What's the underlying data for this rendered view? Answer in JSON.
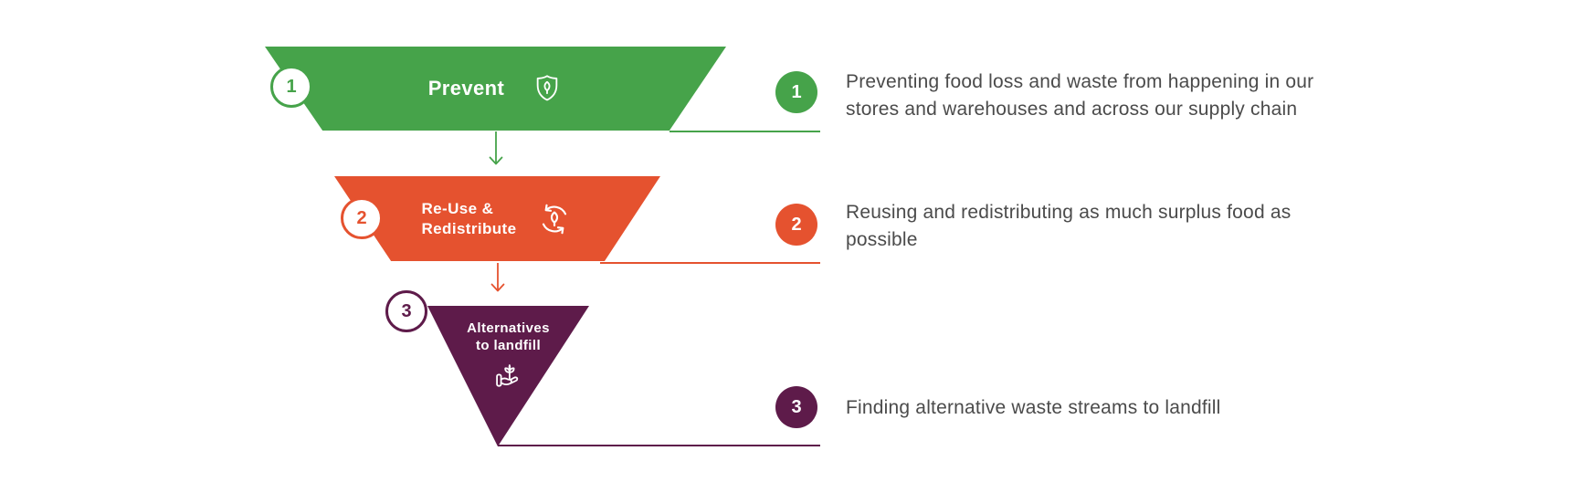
{
  "colors": {
    "green": "#46a34a",
    "orange": "#e5522f",
    "purple": "#5e1b4a",
    "description_text": "#4b4b4b"
  },
  "funnel": {
    "levels": [
      {
        "number": "1",
        "lines": [
          "Prevent"
        ],
        "icon": "shield-leaf-icon",
        "color": "#46a34a"
      },
      {
        "number": "2",
        "lines": [
          "Re-Use &",
          "Redistribute"
        ],
        "icon": "recycle-leaf-icon",
        "color": "#e5522f"
      },
      {
        "number": "3",
        "lines": [
          "Alternatives",
          "to landfill"
        ],
        "icon": "hand-plant-icon",
        "color": "#5e1b4a"
      }
    ]
  },
  "descriptions": [
    {
      "number": "1",
      "lines": [
        "Preventing food loss and waste from happening in our",
        "stores and warehouses and across our supply chain"
      ]
    },
    {
      "number": "2",
      "lines": [
        "Reusing and redistributing as much surplus food as",
        "possible"
      ]
    },
    {
      "number": "3",
      "lines": [
        "Finding alternative waste streams to landfill"
      ]
    }
  ]
}
